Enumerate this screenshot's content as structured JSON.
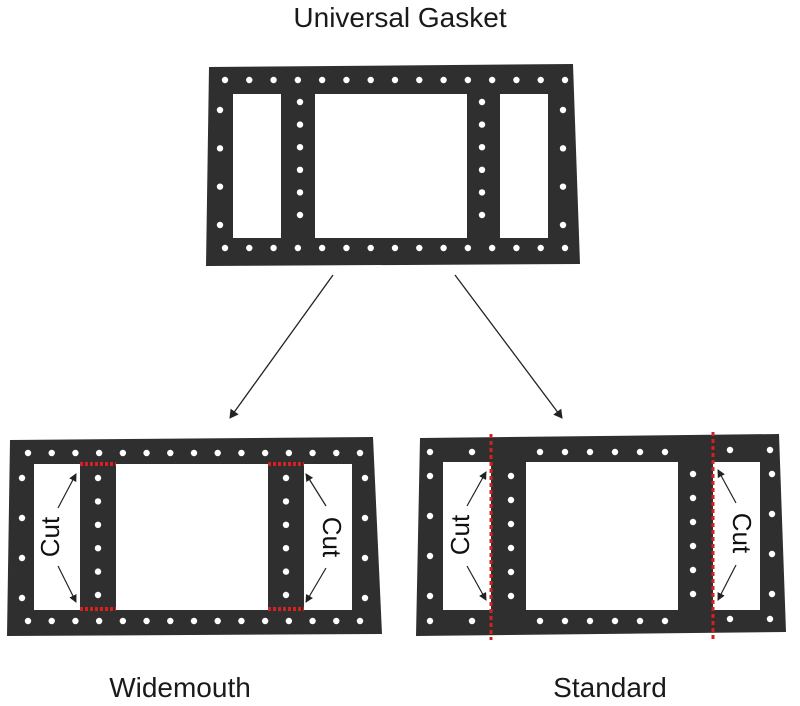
{
  "title": "Universal Gasket",
  "variants": {
    "widemouth": {
      "label": "Widemouth",
      "cut_label": "Cut"
    },
    "standard": {
      "label": "Standard",
      "cut_label": "Cut"
    }
  },
  "colors": {
    "gasket": "#2f2f2f",
    "hole": "#ffffff",
    "cut_line": "#d42020",
    "arrow": "#222222"
  }
}
